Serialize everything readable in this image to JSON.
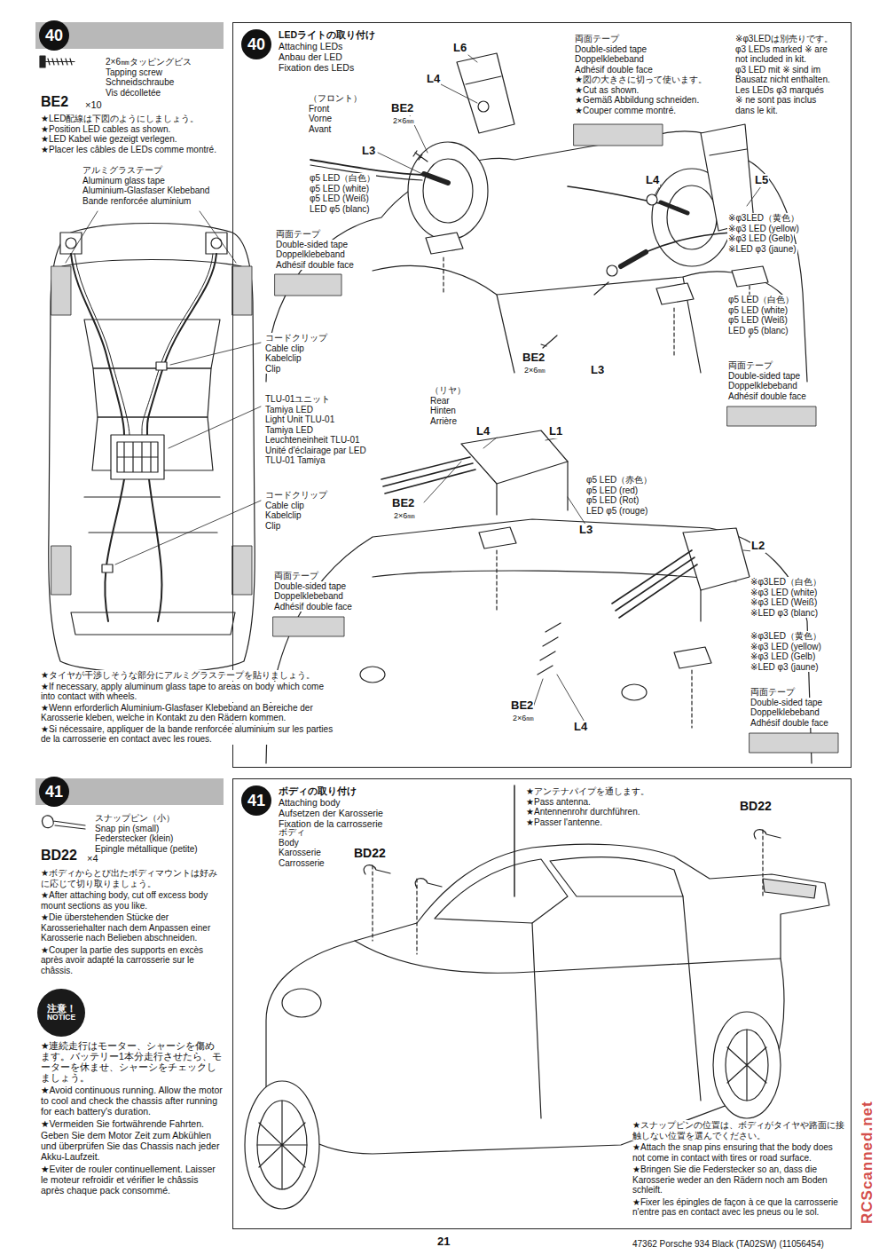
{
  "diagram": {
    "nodes": [
      {
        "text": [
          "40"
        ]
      },
      {
        "text": [
          "40",
          "LEDライトの取り付け",
          "Attaching LEDs",
          "Anbau der LED",
          "Fixation des LEDs"
        ]
      },
      {
        "text": [
          "41"
        ]
      },
      {
        "text": [
          "41",
          "ボディの取り付け",
          "Attaching body",
          "Aufsetzen der Karosserie",
          "Fixation de la carrosserie"
        ]
      },
      {
        "text": [
          "注意！",
          "NOTICE"
        ]
      }
    ],
    "labels": [
      "2×6㎜タッピングビス",
      "Tapping screw",
      "Schneidschraube",
      "Vis décolletée",
      "BE2",
      "×10",
      "★LED配線は下図のようにしましょう。",
      "★Position LED cables as shown.",
      "★LED Kabel wie gezeigt verlegen.",
      "★Placer les câbles de LEDs comme montré.",
      "アルミグラステープ",
      "Aluminum glass tape",
      "Aluminium-Glasfaser Klebeband",
      "Bande renforcée aluminium",
      "コードクリップ",
      "Cable clip",
      "Kabelclip",
      "Clip",
      "TLU-01ユニット",
      "Tamiya LED",
      "Light Unit TLU-01",
      "Tamiya LED",
      "Leuchteneinheit TLU-01",
      "Unité d'éclairage par LED",
      "TLU-01 Tamiya",
      "コードクリップ",
      "Cable clip",
      "Kabelclip",
      "Clip",
      "★タイヤが干渉しそうな部分にアルミグラステープを貼りましょう。",
      "★If necessary, apply aluminum glass tape to areas on body which come into contact with wheels.",
      "★Wenn erforderlich Aluminium-Glasfaser Klebeband an Bereiche der Karosserie kleben, welche in Kontakt zu den Rädern kommen.",
      "★Si nécessaire, appliquer de la bande renforcée aluminium sur les parties de la carrosserie en contact avec les roues.",
      "L6",
      "L4",
      "（フロント）",
      "Front",
      "Vorne",
      "Avant",
      "BE2",
      "2×6㎜",
      "L3",
      "両面テープ",
      "Double-sided tape",
      "Doppelklebeband",
      "Adhésif double face",
      "★図の大きさに切って使います。",
      "★Cut as shown.",
      "★Gemäß Abbildung schneiden.",
      "★Couper comme montré.",
      "※φ3LEDは別売りです。",
      "φ3 LEDs marked ※ are",
      "not included in kit.",
      "φ3 LED mit ※ sind im",
      "Bausatz nicht enthalten.",
      "Les LEDs φ3 marqués",
      "※ ne sont pas inclus",
      "dans le kit.",
      "φ5 LED（白色）",
      "φ5 LED (white)",
      "φ5 LED (Weiß)",
      "LED φ5 (blanc)",
      "両面テープ",
      "Double-sided tape",
      "Doppelklebeband",
      "Adhésif double face",
      "L4",
      "L5",
      "※φ3LED（黄色）",
      "※φ3 LED (yellow)",
      "※φ3 LED (Gelb)",
      "※LED φ3 (jaune)",
      "φ5 LED（白色）",
      "φ5 LED (white)",
      "φ5 LED (Weiß)",
      "LED φ5 (blanc)",
      "両面テープ",
      "Double-sided tape",
      "Doppelklebeband",
      "Adhésif double face",
      "BE2",
      "2×6㎜",
      "L3",
      "（リヤ）",
      "Rear",
      "Hinten",
      "Arrière",
      "L4",
      "L1",
      "BE2",
      "2×6㎜",
      "L3",
      "φ5 LED（赤色）",
      "φ5 LED (red)",
      "φ5 LED (Rot)",
      "LED φ5 (rouge)",
      "L2",
      "両面テープ",
      "Double-sided tape",
      "Doppelklebeband",
      "Adhésif double face",
      "※φ3LED（白色）",
      "※φ3 LED (white)",
      "※φ3 LED (Weiß)",
      "※LED φ3 (blanc)",
      "※φ3LED（黄色）",
      "※φ3 LED (yellow)",
      "※φ3 LED (Gelb)",
      "※LED φ3 (jaune)",
      "両面テープ",
      "Double-sided tape",
      "Doppelklebeband",
      "Adhésif double face",
      "BE2",
      "2×6㎜",
      "L4",
      "スナップピン（小）",
      "Snap pin (small)",
      "Federstecker (klein)",
      "Epingle métallique (petite)",
      "BD22",
      "×4",
      "★ボディからとび出たボディマウントは好みに応じて切り取りましょう。",
      "★After attaching body, cut off excess body mount sections as you like.",
      "★Die überstehenden Stücke der Karosseriehalter nach dem Anpassen einer Karosserie nach Belieben abschneiden.",
      "★Couper la partie des supports en excès après avoir adapté la carrosserie sur le châssis.",
      "★連続走行はモーター、シャーシを傷めます。バッテリー1本分走行させたら、モーターを休ませ、シャーシをチェックしましょう。",
      "★Avoid continuous running. Allow the motor to cool and check the chassis after running for each battery's duration.",
      "★Vermeiden Sie fortwährende Fahrten. Geben Sie dem Motor Zeit zum Abkühlen und überprüfen Sie das Chassis nach jeder Akku-Laufzeit.",
      "★Eviter de rouler continuellement. Laisser le moteur refroidir et vérifier le châssis après chaque pack consommé.",
      "★アンテナパイプを通します。",
      "★Pass antenna.",
      "★Antennenrohr durchführen.",
      "★Passer l'antenne.",
      "BD22",
      "BD22",
      "ボディ",
      "Body",
      "Karosserie",
      "Carrosserie",
      "★スナップピンの位置は、ボディがタイヤや路面に接触しない位置を選んでください。",
      "★Attach the snap pins ensuring that the body does not come in contact with tires or road surface.",
      "★Bringen Sie die Federstecker so an, dass die Karosserie weder an den Rädern noch am Boden schleift.",
      "★Fixer les épingles de façon à ce que la carrosserie n'entre pas en contact avec les pneus ou le sol.",
      "21",
      "47362 Porsche 934 Black (TA02SW) (11056454)",
      "RCScanned.net"
    ]
  }
}
